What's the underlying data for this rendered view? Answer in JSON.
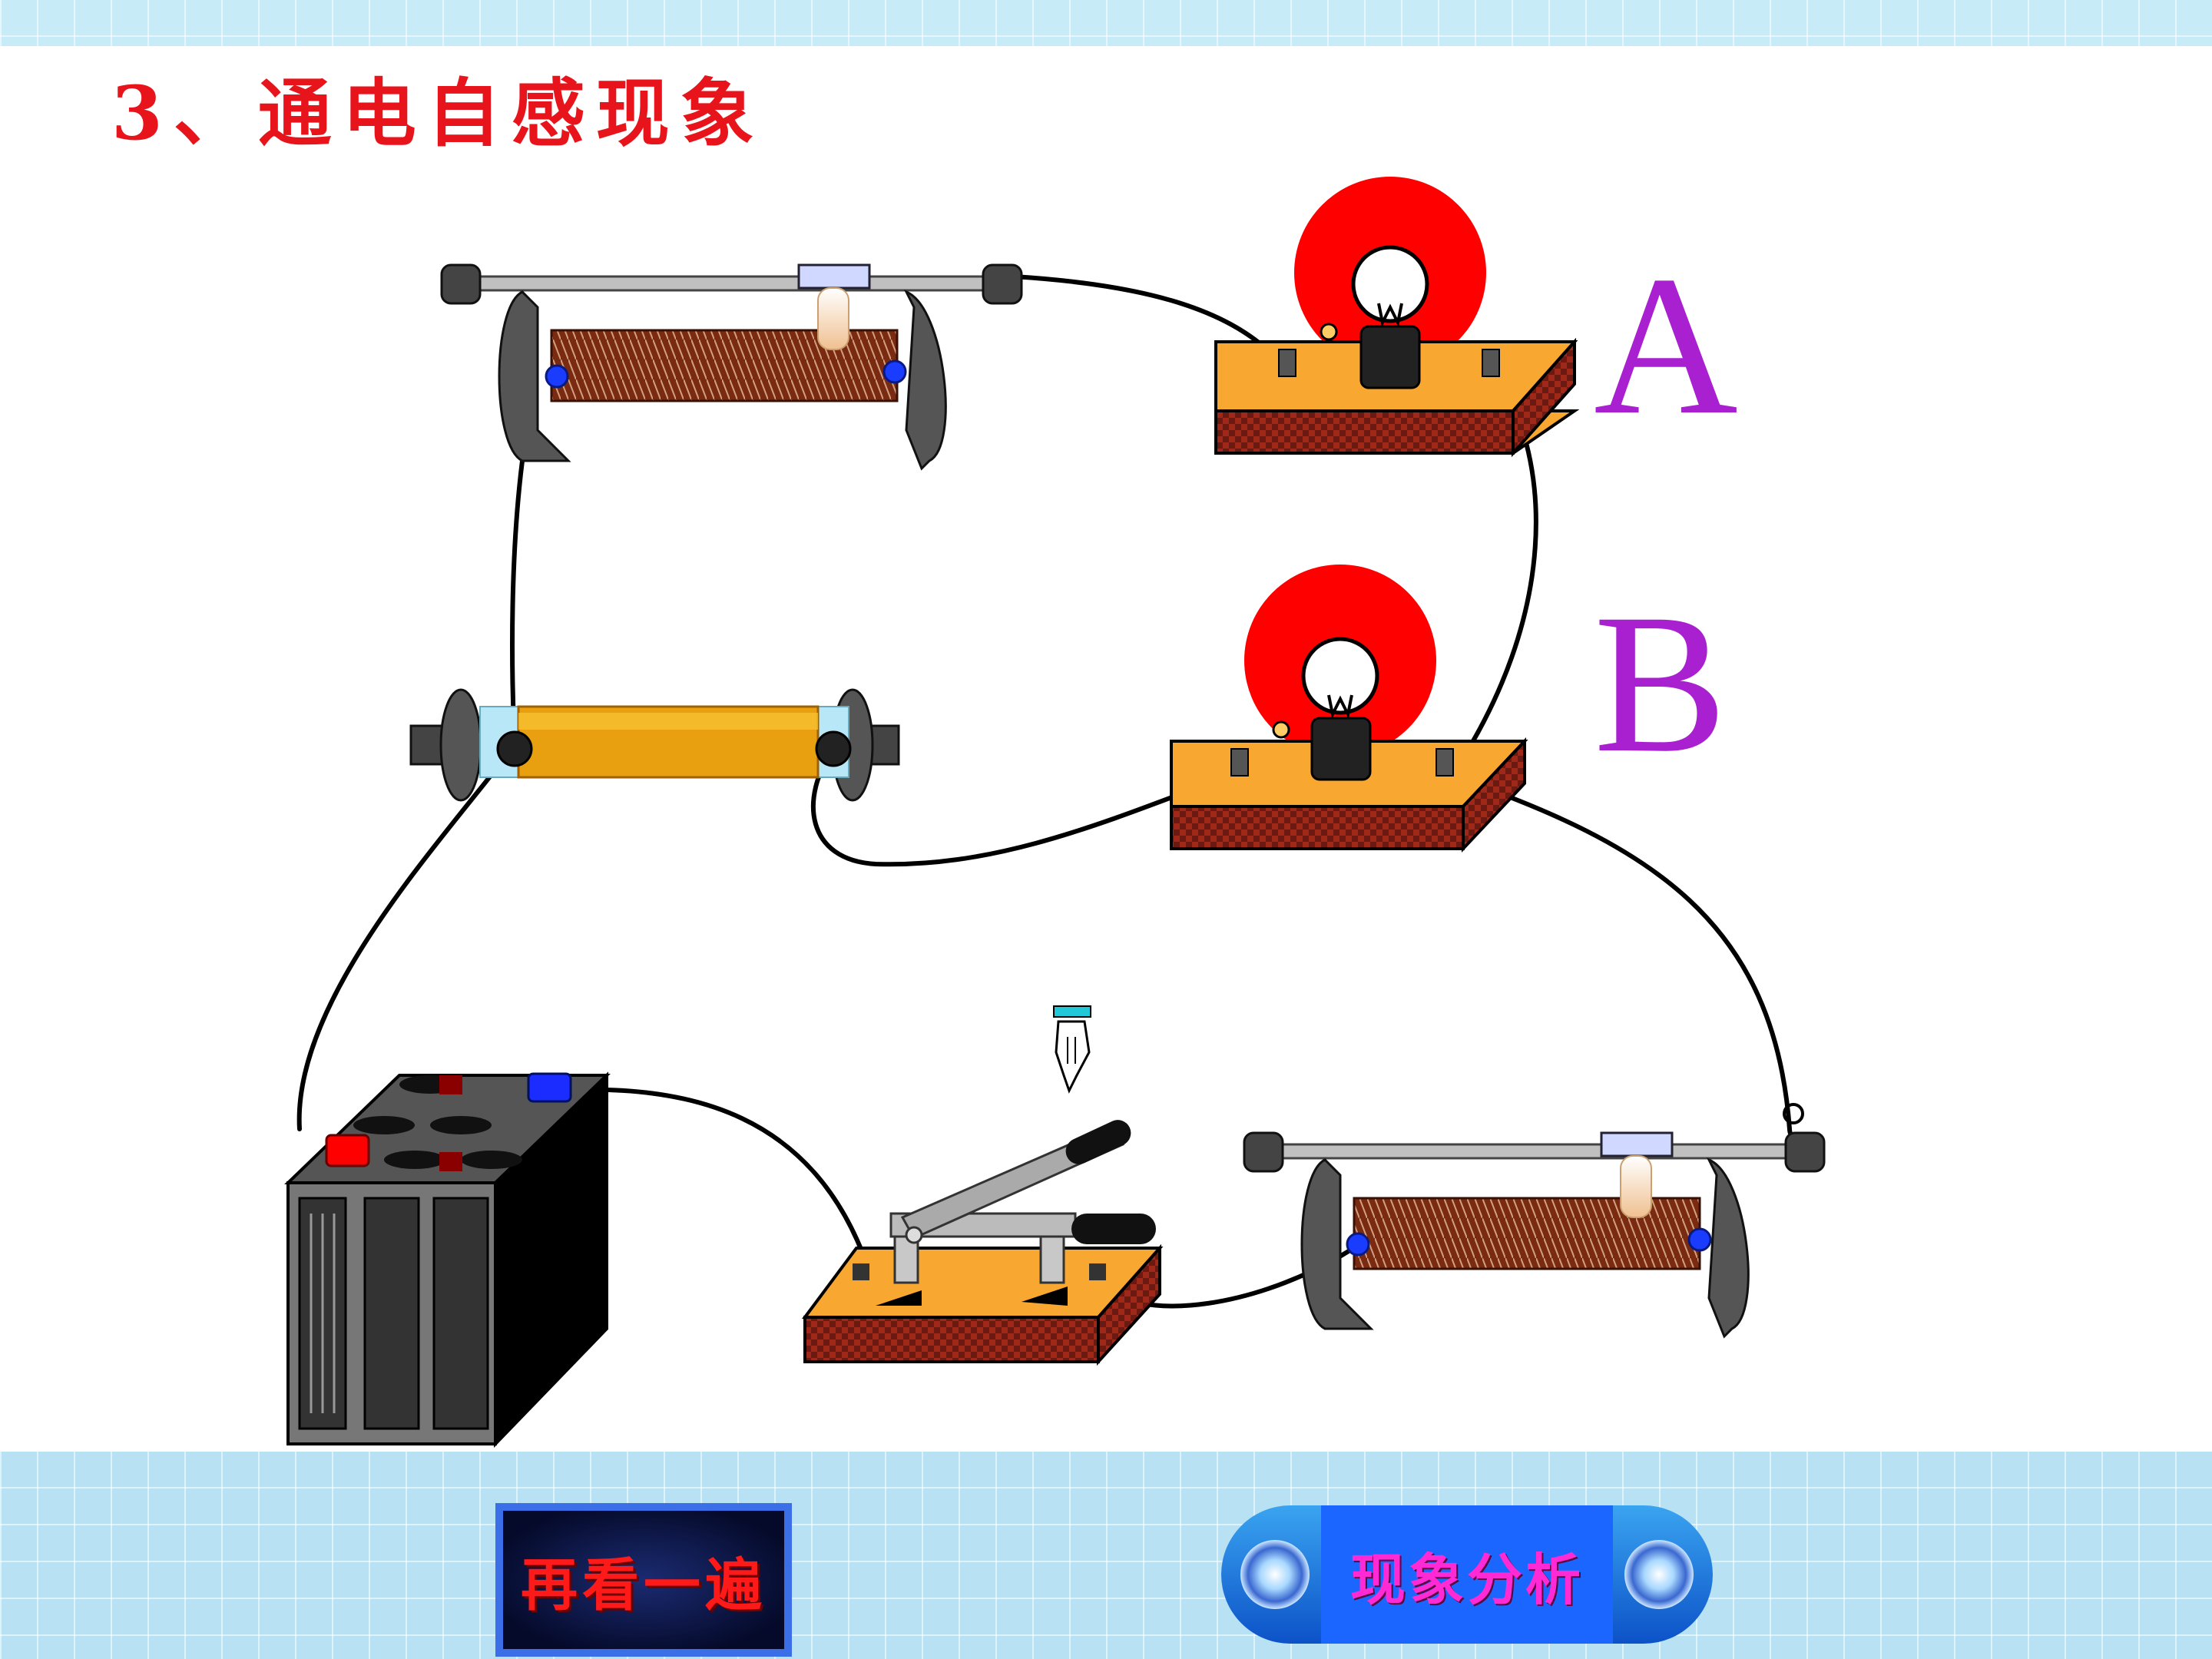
{
  "slide": {
    "title": "3、通电自感现象",
    "lamp_labels": {
      "a": "A",
      "b": "B"
    },
    "buttons": {
      "replay": "再看一遍",
      "analysis": "现象分析"
    }
  },
  "colors": {
    "title": "#e8141c",
    "lamp_label": "#a820d0",
    "lamp_glow": "#ff0000",
    "base_board": "#f8a830",
    "wire": "#000000",
    "coil": "#7a2a10",
    "inductor": "#e8a010"
  },
  "icons": [
    "rheostat-icon",
    "lamp-icon",
    "inductor-icon",
    "battery-icon",
    "knife-switch-icon",
    "hand-pointer-icon",
    "swirl-icon"
  ]
}
